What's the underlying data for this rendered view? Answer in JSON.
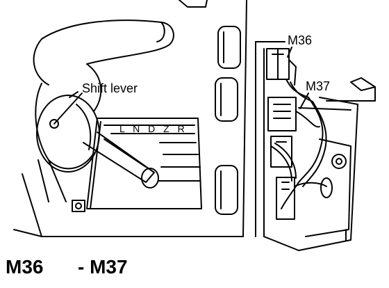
{
  "labels": {
    "shift_lever": "Shift lever",
    "m36": "M36",
    "m37": "M37"
  },
  "gate_letters": "L N D Z R",
  "caption": {
    "left": "M36",
    "right": "- M37"
  }
}
